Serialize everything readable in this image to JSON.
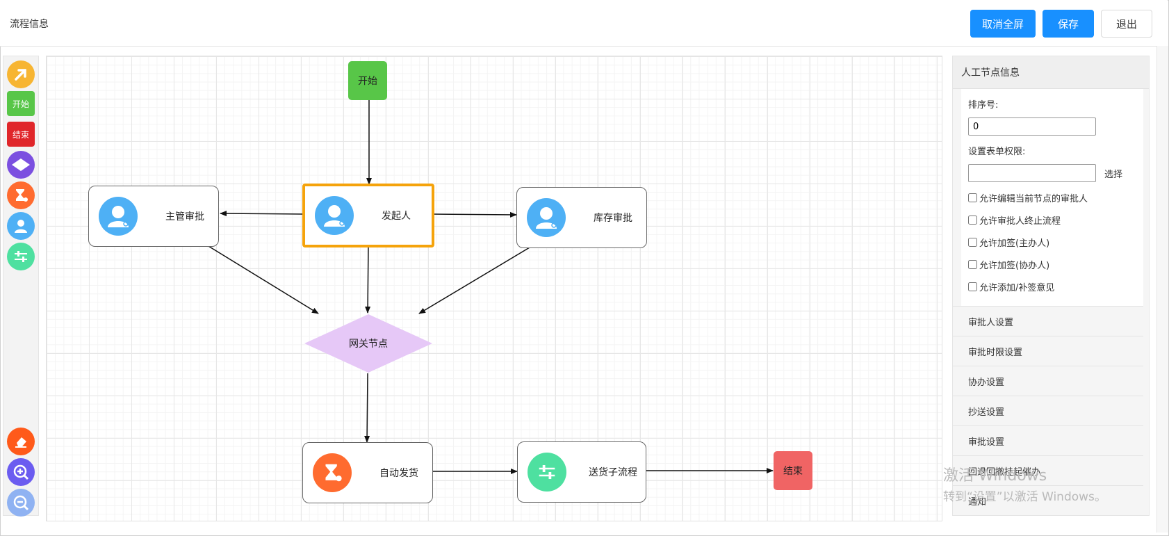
{
  "header": {
    "title": "流程信息",
    "buttons": {
      "fullscreen": "取消全屏",
      "save": "保存",
      "exit": "退出"
    }
  },
  "toolbar": {
    "start_label": "开始",
    "end_label": "结束"
  },
  "canvas": {
    "nodes": {
      "start": "开始",
      "initiator": "发起人",
      "manager": "主管审批",
      "inventory": "库存审批",
      "gateway": "网关节点",
      "auto_ship": "自动发货",
      "subflow": "送货子流程",
      "end": "结束"
    }
  },
  "panel": {
    "title": "人工节点信息",
    "sort_label": "排序号:",
    "sort_value": "0",
    "form_perm_label": "设置表单权限:",
    "form_perm_value": "",
    "pick_label": "选择",
    "checkboxes": [
      "允许编辑当前节点的审批人",
      "允许审批人终止流程",
      "允许加签(主办人)",
      "允许加签(协办人)",
      "允许添加/补签意见"
    ],
    "sections": [
      "审批人设置",
      "审批时限设置",
      "协办设置",
      "抄送设置",
      "审批设置",
      "回退回撤挂起催办",
      "通知"
    ]
  },
  "watermark": {
    "line1": "激活 Windows",
    "line2": "转到“设置”以激活 Windows。"
  },
  "colors": {
    "primary": "#1890ff",
    "start": "#58c648",
    "end_tool": "#e0262a",
    "end_node": "#f06464",
    "gateway": "#e6c8f7",
    "selected": "#f5a30b",
    "user": "#4eb0f5",
    "auto": "#ff6b2f",
    "subflow": "#4ee0a0"
  }
}
